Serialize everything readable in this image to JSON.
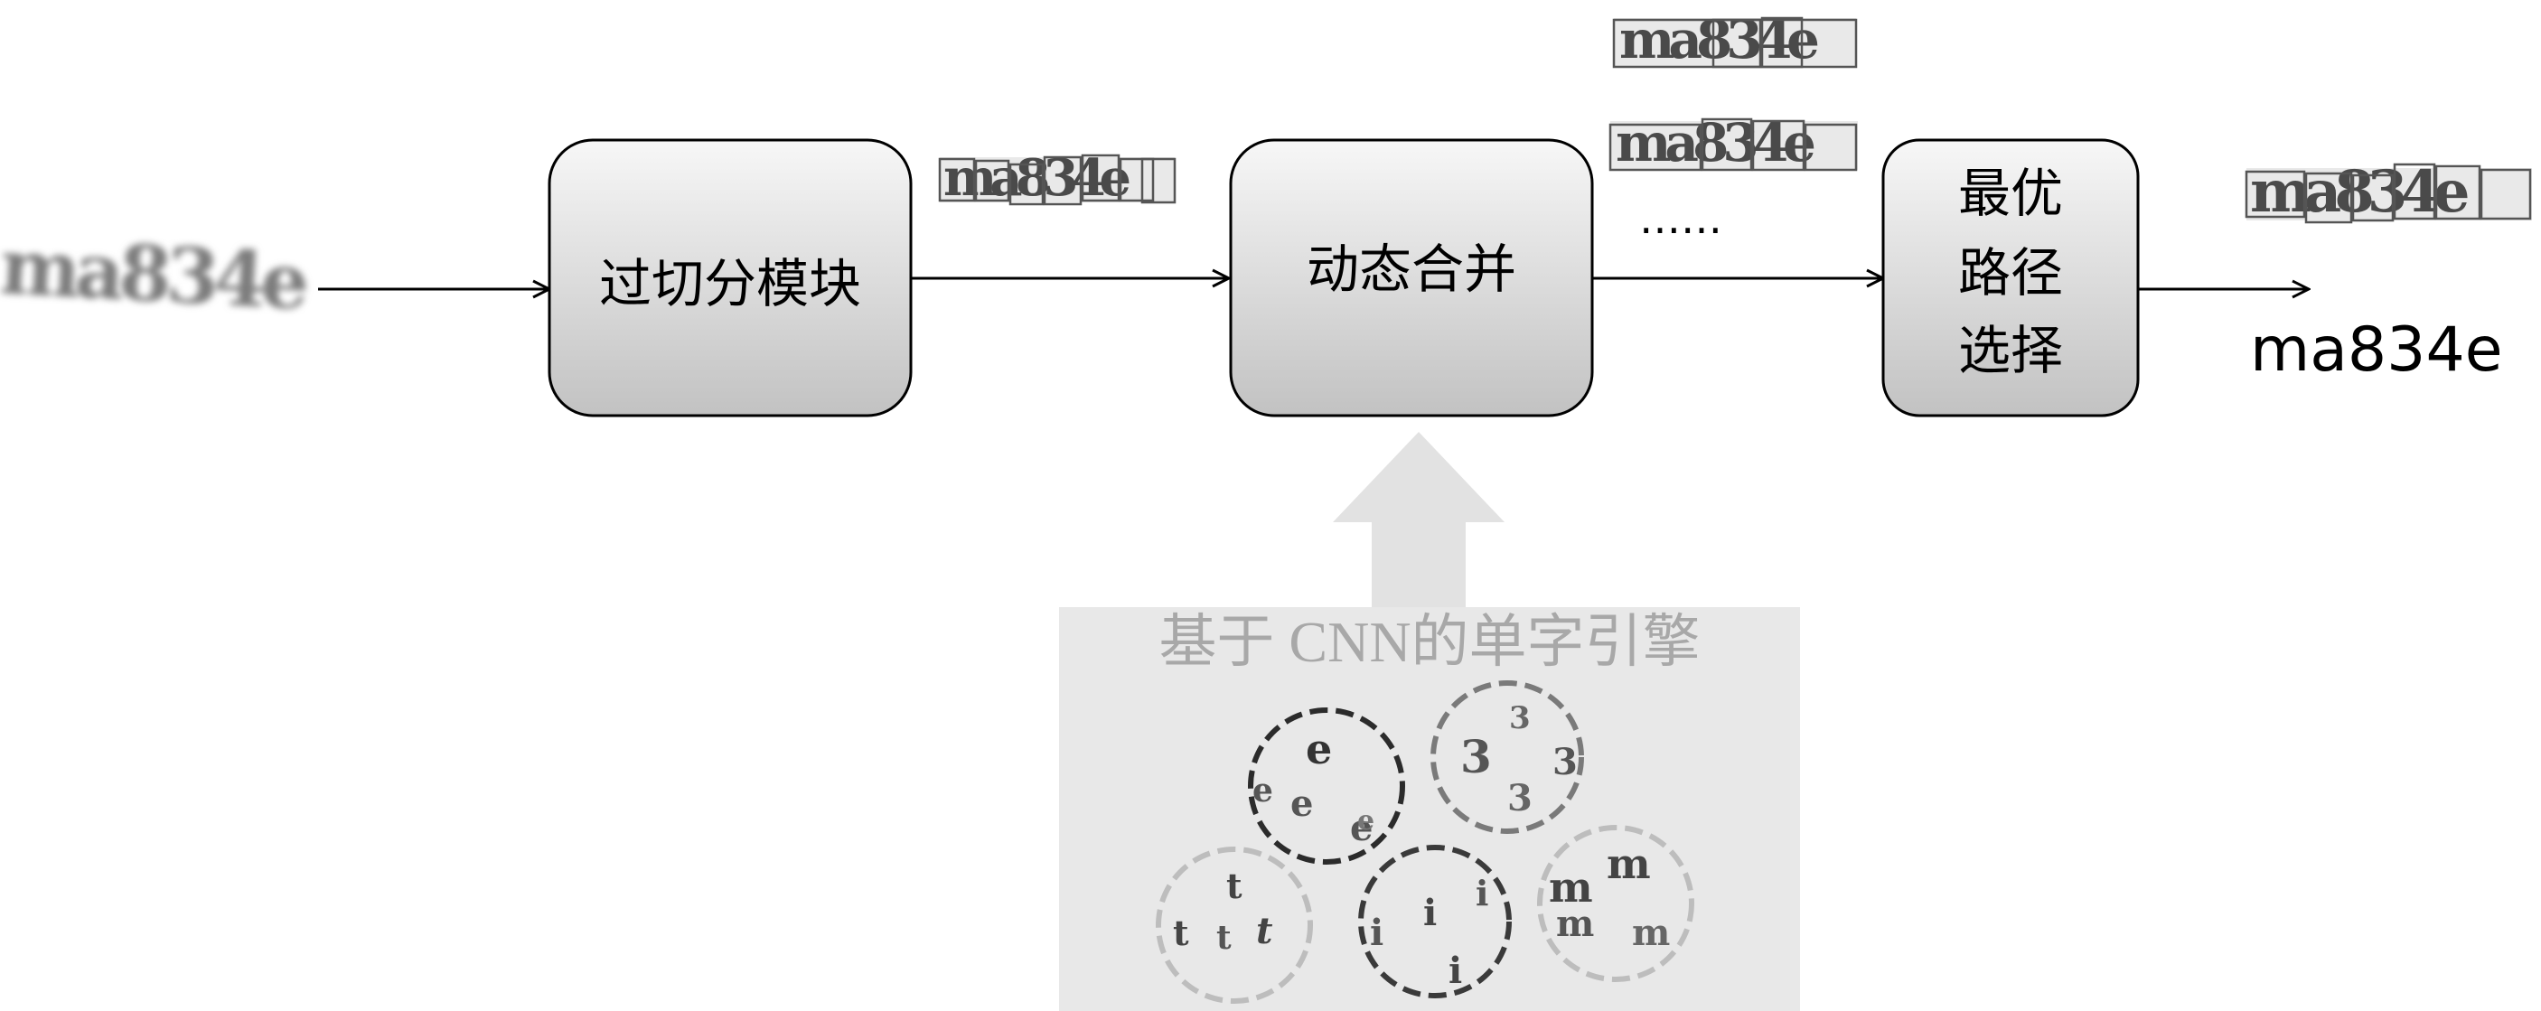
{
  "input": {
    "captcha_text": "ma834e"
  },
  "boxes": {
    "over_segmentation": "过切分模块",
    "dynamic_merge": "动态合并",
    "best_path": [
      "最优",
      "路径",
      "选择"
    ]
  },
  "strip_text": "ma834e",
  "merge_candidates": [
    "ma834e",
    "ma834e"
  ],
  "ellipsis": "……",
  "result": {
    "strip_text": "ma834e",
    "output_text": "ma834e"
  },
  "engine": {
    "label": "基于 CNN的单字引擎",
    "clusters": [
      {
        "glyphs": [
          "e",
          "e",
          "e",
          "e",
          "e"
        ]
      },
      {
        "glyphs": [
          "3",
          "3",
          "3",
          "3"
        ]
      },
      {
        "glyphs": [
          "t",
          "t",
          "t",
          "t"
        ]
      },
      {
        "glyphs": [
          "i",
          "i",
          "i",
          "i"
        ]
      },
      {
        "glyphs": [
          "m",
          "m",
          "m",
          "m"
        ]
      }
    ]
  },
  "colors": {
    "box_top": "#f5f5f5",
    "box_bottom": "#c4c4c4",
    "engine_panel": "#e8e8e8",
    "big_arrow": "#e2e2e2",
    "engine_text": "#a8a8a8",
    "dark_dash": "#2b2b2b",
    "mid_dash": "#7a7a7a",
    "light_dash": "#bdbdbd"
  }
}
